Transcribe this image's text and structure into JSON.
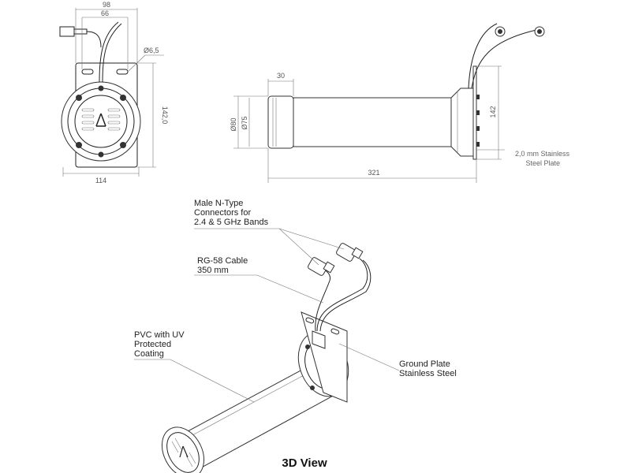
{
  "front_view": {
    "dim_width_top": "98",
    "dim_hole_spacing": "66",
    "dim_hole_diameter": "Ø6,5",
    "dim_height": "142,0",
    "dim_width_bottom": "114"
  },
  "side_view": {
    "dim_cap_length": "30",
    "dim_outer_diameter": "Ø80",
    "dim_inner_diameter": "Ø75",
    "dim_plate_height": "142",
    "dim_total_length": "321",
    "plate_note_line1": "2,0 mm Stainless",
    "plate_note_line2": "Steel Plate"
  },
  "callouts": {
    "connectors_line1": "Male N-Type",
    "connectors_line2": "Connectors for",
    "connectors_line3": "2.4 & 5 GHz  Bands",
    "cable_line1": "RG-58 Cable",
    "cable_line2": "350 mm",
    "pvc_line1": "PVC with UV",
    "pvc_line2": "Protected",
    "pvc_line3": "Coating",
    "ground_line1": "Ground Plate",
    "ground_line2": "Stainless Steel"
  },
  "view_title": "3D View"
}
